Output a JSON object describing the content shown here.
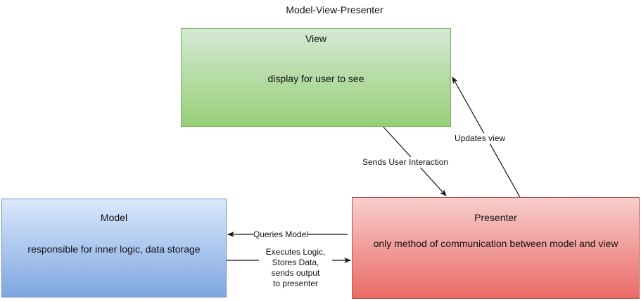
{
  "diagram": {
    "title": "Model-View-Presenter",
    "nodes": {
      "view": {
        "name": "View",
        "description": "display for user to see"
      },
      "model": {
        "name": "Model",
        "description": "responsible for inner logic, data storage"
      },
      "presenter": {
        "name": "Presenter",
        "description": "only method of communication between model and view"
      }
    },
    "edges": {
      "sends_user_interaction": "Sends User Interaction",
      "updates_view": "Updates view",
      "queries_model": "Queries Model",
      "executes_logic": [
        "Executes Logic,",
        "Stores Data,",
        "sends output",
        "to presenter"
      ]
    },
    "colors": {
      "view_fill_top": "#d5e8d4",
      "view_fill_bottom": "#97d077",
      "view_border": "#82b366",
      "model_fill_top": "#dae8fc",
      "model_fill_bottom": "#7ea6e0",
      "model_border": "#6c8ebf",
      "presenter_fill_top": "#f8cecc",
      "presenter_fill_bottom": "#ea6b66",
      "presenter_border": "#b85450",
      "edge": "#111111"
    }
  }
}
